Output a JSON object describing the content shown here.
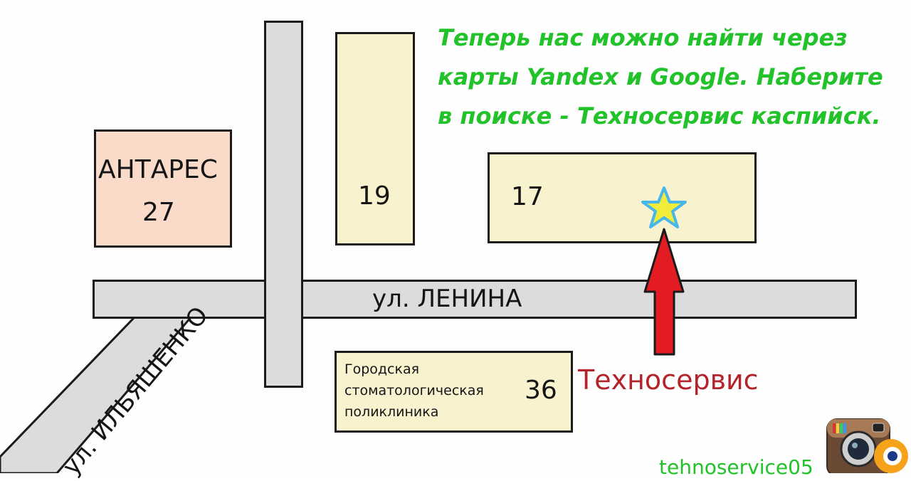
{
  "notice": {
    "line1": "Теперь нас можно найти через",
    "line2": "карты Yandex и Google. Наберите",
    "line3": "в поиске  -  Техносервис каспийск."
  },
  "buildings": {
    "antares": {
      "name": "АНТАРЕС",
      "number": "27"
    },
    "b19": {
      "number": "19"
    },
    "b17": {
      "number": "17"
    },
    "clinic": {
      "line1": "Городская",
      "line2": "стоматологическая",
      "line3": "поликлиника",
      "number": "36"
    }
  },
  "streets": {
    "lenina": "ул. ЛЕНИНА",
    "ilyashenko": "ул. ИЛЬЯШЕНКО"
  },
  "marker": {
    "label": "Техносервис",
    "icon": "star-icon",
    "arrow_icon": "arrow-up-icon",
    "star_color": "#f1ec3a",
    "star_outline": "#47b6ea",
    "arrow_color": "#e31b23"
  },
  "social": {
    "handle": "tehnoservice05",
    "icon": "instagram-icon",
    "icon2": "ok-icon"
  },
  "colors": {
    "notice_text": "#22c32a",
    "brand_text": "#b4232a",
    "road_fill": "#dcdcdc",
    "building_fill": "#f8f2cf",
    "antares_fill": "#fadbca"
  }
}
